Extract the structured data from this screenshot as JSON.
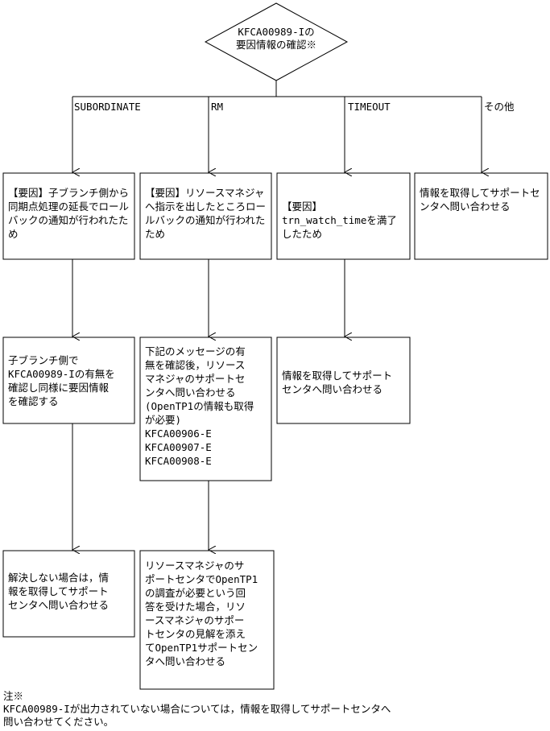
{
  "decision": {
    "text": "KFCA00989-Iの\n要因情報の確認※"
  },
  "branches": {
    "subordinate": "SUBORDINATE",
    "rm": "RM",
    "timeout": "TIMEOUT",
    "other": "その他"
  },
  "causes": {
    "subordinate": "【要因】子ブランチ側から同期点処理の延長でロールバックの通知が行われたため",
    "rm": "【要因】リソースマネジャへ指示を出したところロールバックの通知が行われたため",
    "timeout": "【要因】trn_watch_timeを満了したため",
    "other": "情報を取得してサポートセンタへ問い合わせる"
  },
  "actions": {
    "subordinate": "子ブランチ側で\nKFCA00989-Iの有無を\n確認し同様に要因情報\nを確認する",
    "rm": "下記のメッセージの有\n無を確認後，リソース\nマネジャのサポートセ\nンタへ問い合わせる\n(OpenTP1の情報も取得\nが必要)\nKFCA00906-E\nKFCA00907-E\nKFCA00908-E",
    "timeout": "情報を取得してサポート\nセンタへ問い合わせる"
  },
  "followups": {
    "subordinate": "解決しない場合は，情\n報を取得してサポート\nセンタへ問い合わせる",
    "rm": "リソースマネジャのサ\nポートセンタでOpenTP1\nの調査が必要という回\n答を受けた場合，リソ\nースマネジャのサポー\nトセンタの見解を添え\nてOpenTP1サポートセン\nタへ問い合わせる"
  },
  "note": {
    "mark": "注※",
    "text": "KFCA00989-Iが出力されていない場合については，情報を取得してサポートセンタへ\n問い合わせてください。"
  }
}
